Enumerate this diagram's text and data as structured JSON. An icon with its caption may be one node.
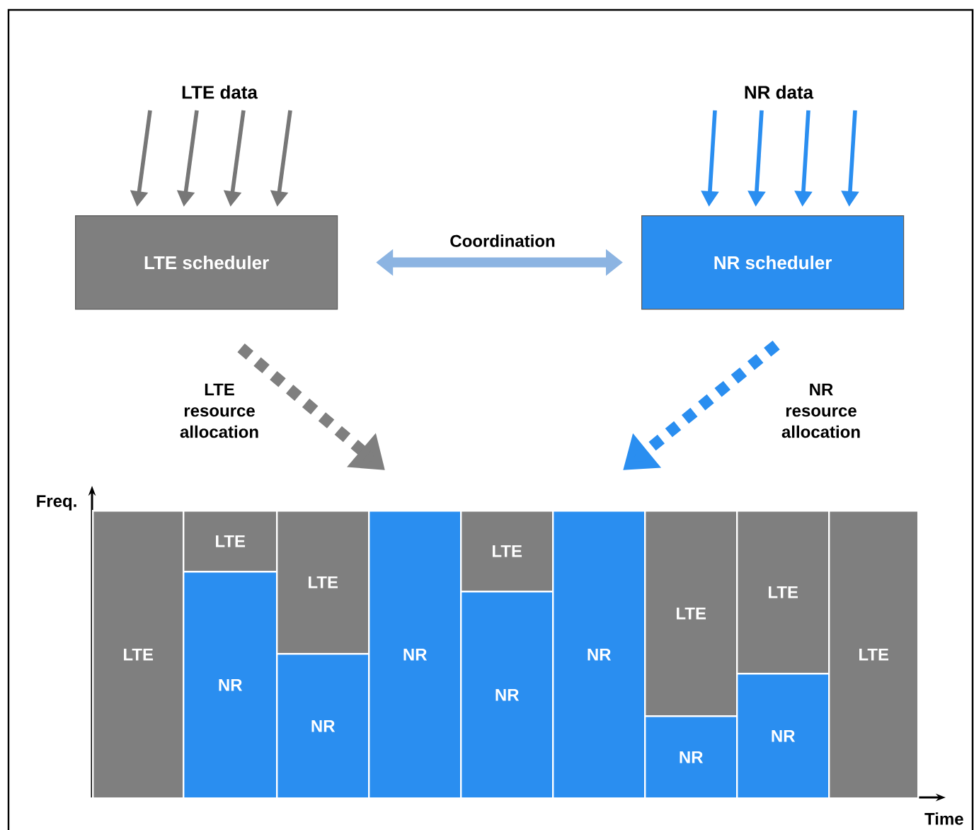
{
  "diagram": {
    "nodes": [
      {
        "text": [
          "LTE data"
        ]
      },
      {
        "text": [
          "LTE scheduler"
        ]
      },
      {
        "text": [
          "NR data"
        ]
      },
      {
        "text": [
          "NR scheduler"
        ]
      },
      {
        "text": [
          "LTE"
        ]
      },
      {
        "text": [
          "LTE"
        ]
      },
      {
        "text": [
          "NR"
        ]
      },
      {
        "text": [
          "LTE"
        ]
      },
      {
        "text": [
          "NR"
        ]
      },
      {
        "text": [
          "NR"
        ]
      },
      {
        "text": [
          "LTE"
        ]
      },
      {
        "text": [
          "NR"
        ]
      },
      {
        "text": [
          "NR"
        ]
      },
      {
        "text": [
          "LTE"
        ]
      },
      {
        "text": [
          "NR"
        ]
      },
      {
        "text": [
          "LTE"
        ]
      },
      {
        "text": [
          "NR"
        ]
      },
      {
        "text": [
          "LTE"
        ]
      }
    ],
    "edges": [
      {
        "from": 0,
        "to": 1,
        "arrow": "to",
        "color": "#777777"
      },
      {
        "from": 0,
        "to": 1,
        "arrow": "to",
        "color": "#777777"
      },
      {
        "from": 0,
        "to": 1,
        "arrow": "to",
        "color": "#777777"
      },
      {
        "from": 0,
        "to": 1,
        "arrow": "to",
        "color": "#777777"
      },
      {
        "from": 2,
        "to": 3,
        "arrow": "to",
        "color": "#2a8ef0"
      },
      {
        "from": 2,
        "to": 3,
        "arrow": "to",
        "color": "#2a8ef0"
      },
      {
        "from": 2,
        "to": 3,
        "arrow": "to",
        "color": "#2a8ef0"
      },
      {
        "from": 2,
        "to": 3,
        "arrow": "to",
        "color": "#2a8ef0"
      },
      {
        "from": 1,
        "to": 3,
        "arrow": "both",
        "label": "Coordination",
        "style": "thick",
        "color": "#8cb4e2"
      },
      {
        "from": 1,
        "to": null,
        "arrow": "to",
        "label": "LTE resource allocation",
        "style": "dashed",
        "color": "#7f7f7f"
      },
      {
        "from": 3,
        "to": null,
        "arrow": "to",
        "label": "NR resource allocation",
        "style": "dashed",
        "color": "#2a8ef0"
      }
    ],
    "labels": [
      "Freq.",
      "Time"
    ]
  }
}
